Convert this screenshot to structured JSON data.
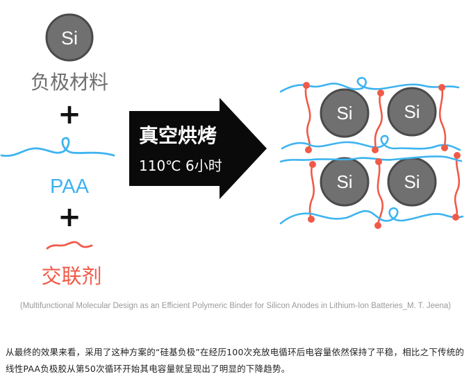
{
  "figure": {
    "si_label": "Si",
    "anode_material_label": "负极材料",
    "plus_symbol": "+",
    "paa_label": "PAA",
    "crosslinker_label": "交联剂",
    "process_title": "真空烘烤",
    "process_condition": "110℃ 6小时"
  },
  "caption": "(Multifunctional Molecular Design as an Efficient Polymeric Binder for Silicon Anodes in Lithium-Ion Batteries_M. T. Jeena)",
  "paragraph": "从最终的效果来看，采用了这种方案的“硅基负极”在经历100次充放电循环后电容量依然保持了平稳，相比之下传统的线性PAA负极胶从第50次循环开始其电容量就呈现出了明显的下降趋势。",
  "colors": {
    "silicon_fill": "#707070",
    "silicon_stroke": "#4a4a4a",
    "paa_blue": "#3db3f0",
    "crosslinker_red": "#f05a48",
    "arrow_black": "#0a0a0a",
    "label_gray": "#6e6e6e"
  }
}
